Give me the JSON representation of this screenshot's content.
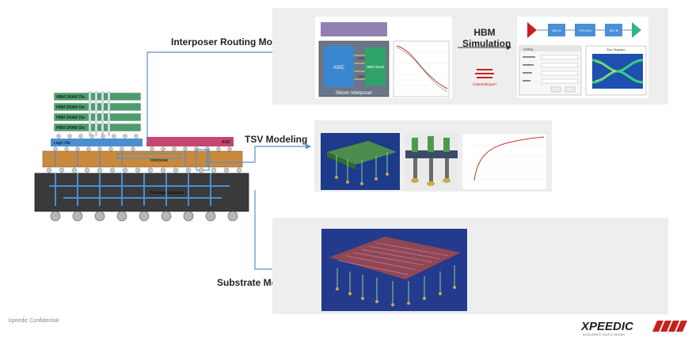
{
  "labels": {
    "interposer_routing": "Interposer Routing Modeling",
    "hbm_simulation_line1": "HBM",
    "hbm_simulation_line2": "Simulation",
    "tsv": "TSV Modeling",
    "substrate": "Substrate Modeling"
  },
  "package": {
    "dram_dies": [
      "HBM DRAM Die",
      "HBM DRAM Die",
      "HBM DRAM Die",
      "HBM DRAM Die"
    ],
    "logic_die": "Logic Die",
    "asic": "ASIC",
    "interposer": "Interposer",
    "substrate": "Package Substrate"
  },
  "routing_panel": {
    "asic": "ASIC",
    "hbm_stack": "HBM Stack",
    "silicon_interposer": "Silicon Interposer",
    "channel_labels": [
      "CH1",
      "CH2"
    ]
  },
  "hbm_panel": {
    "logo_text": "ChannelExpert",
    "dialog_title": "Setting",
    "eye_title": "Eye Diagram",
    "block_labels": [
      "SEL A",
      "PHY/Ctrl",
      "SEL B"
    ]
  },
  "footer": {
    "confidential": "Xpeedic Confidential",
    "brand": "XPEEDIC",
    "tagline": "ACCELERATE YOUR IC DESIGN"
  },
  "colors": {
    "arrow": "#5b8fc9",
    "brand_red": "#c8201d",
    "panel_bg": "#eeeeee"
  }
}
